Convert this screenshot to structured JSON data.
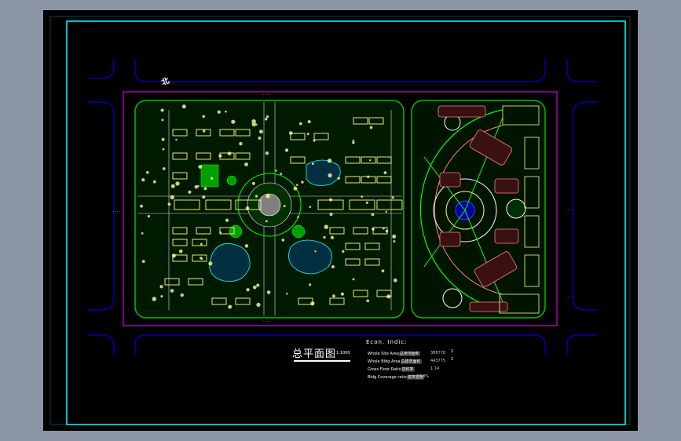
{
  "drawing": {
    "title_cn": "总平面图",
    "scale_text": "1:1000",
    "north_label": "北"
  },
  "econ": {
    "title": "Econ. Indic:",
    "rows": [
      {
        "label": "Whole Site Area",
        "cn": "总用地面积",
        "value": "388778",
        "unit": "2"
      },
      {
        "label": "Whole Bldg Area",
        "cn": "总建筑面积",
        "value": "443775",
        "unit": "2"
      },
      {
        "label": "Gross Floor Ratio",
        "cn": "容积率",
        "value": "1.14",
        "unit": ""
      },
      {
        "label": "Bldg Coverage ratio",
        "cn": "建筑密度",
        "value": "23.8%",
        "unit": ""
      }
    ]
  },
  "colors": {
    "background": "#000000",
    "frame": "#00ffff",
    "road": "#0000ff",
    "boundary": "#ff00ff",
    "building": "#ffff80",
    "green": "#00ff00",
    "water": "#00ffff"
  }
}
